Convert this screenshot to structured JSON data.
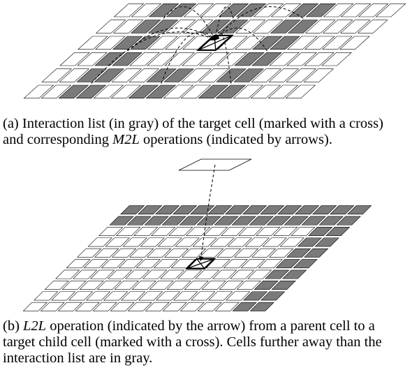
{
  "figure": {
    "panel_a": {
      "marker": "(a)",
      "text_1": "Interaction list (in gray) of the target cell (marked with a cross)",
      "text_2_pre": "and corresponding ",
      "text_2_em": "M2L",
      "text_2_post": " operations (indicated by arrows).",
      "gray_cells": [
        [
          0,
          2
        ],
        [
          0,
          3
        ],
        [
          0,
          6
        ],
        [
          0,
          7
        ],
        [
          0,
          10
        ],
        [
          0,
          11
        ],
        [
          1,
          2
        ],
        [
          1,
          3
        ],
        [
          1,
          6
        ],
        [
          1,
          7
        ],
        [
          1,
          10
        ],
        [
          1,
          11
        ],
        [
          2,
          2
        ],
        [
          2,
          3
        ],
        [
          2,
          10
        ],
        [
          2,
          11
        ],
        [
          3,
          2
        ],
        [
          3,
          3
        ],
        [
          3,
          10
        ],
        [
          3,
          11
        ],
        [
          4,
          2
        ],
        [
          4,
          3
        ],
        [
          4,
          6
        ],
        [
          4,
          7
        ],
        [
          4,
          10
        ],
        [
          4,
          11
        ],
        [
          5,
          2
        ],
        [
          5,
          3
        ],
        [
          5,
          6
        ],
        [
          5,
          7
        ],
        [
          5,
          10
        ],
        [
          5,
          11
        ]
      ],
      "target_cell": [
        3,
        7
      ]
    },
    "panel_b": {
      "marker": "(b)",
      "text_1_em": "L2L",
      "text_1_post": " operation (indicated by the arrow) from a parent cell to a",
      "text_2": "target child cell (marked with a cross). Cells further away than the",
      "text_3": "interaction list are in gray.",
      "gray_cells": [
        [
          0,
          12
        ],
        [
          0,
          13
        ],
        [
          1,
          12
        ],
        [
          1,
          13
        ],
        [
          2,
          12
        ],
        [
          2,
          13
        ],
        [
          3,
          12
        ],
        [
          3,
          13
        ],
        [
          4,
          12
        ],
        [
          4,
          13
        ],
        [
          5,
          12
        ],
        [
          5,
          13
        ],
        [
          6,
          12
        ],
        [
          6,
          13
        ],
        [
          7,
          12
        ],
        [
          7,
          13
        ],
        [
          8,
          12
        ],
        [
          8,
          13
        ],
        [
          9,
          12
        ],
        [
          9,
          13
        ],
        [
          9,
          0
        ],
        [
          9,
          1
        ],
        [
          9,
          2
        ],
        [
          9,
          3
        ],
        [
          9,
          4
        ],
        [
          9,
          5
        ],
        [
          9,
          6
        ],
        [
          9,
          7
        ],
        [
          9,
          8
        ],
        [
          9,
          9
        ],
        [
          9,
          10
        ],
        [
          9,
          11
        ],
        [
          8,
          0
        ],
        [
          8,
          1
        ],
        [
          8,
          2
        ],
        [
          8,
          3
        ],
        [
          8,
          4
        ],
        [
          8,
          5
        ],
        [
          8,
          6
        ],
        [
          8,
          7
        ],
        [
          8,
          8
        ],
        [
          8,
          9
        ],
        [
          8,
          10
        ],
        [
          8,
          11
        ]
      ],
      "target_cell": [
        4,
        7
      ]
    },
    "colors": {
      "gray_cell": "#7a7a7a",
      "line": "#000000",
      "background": "#ffffff"
    }
  }
}
